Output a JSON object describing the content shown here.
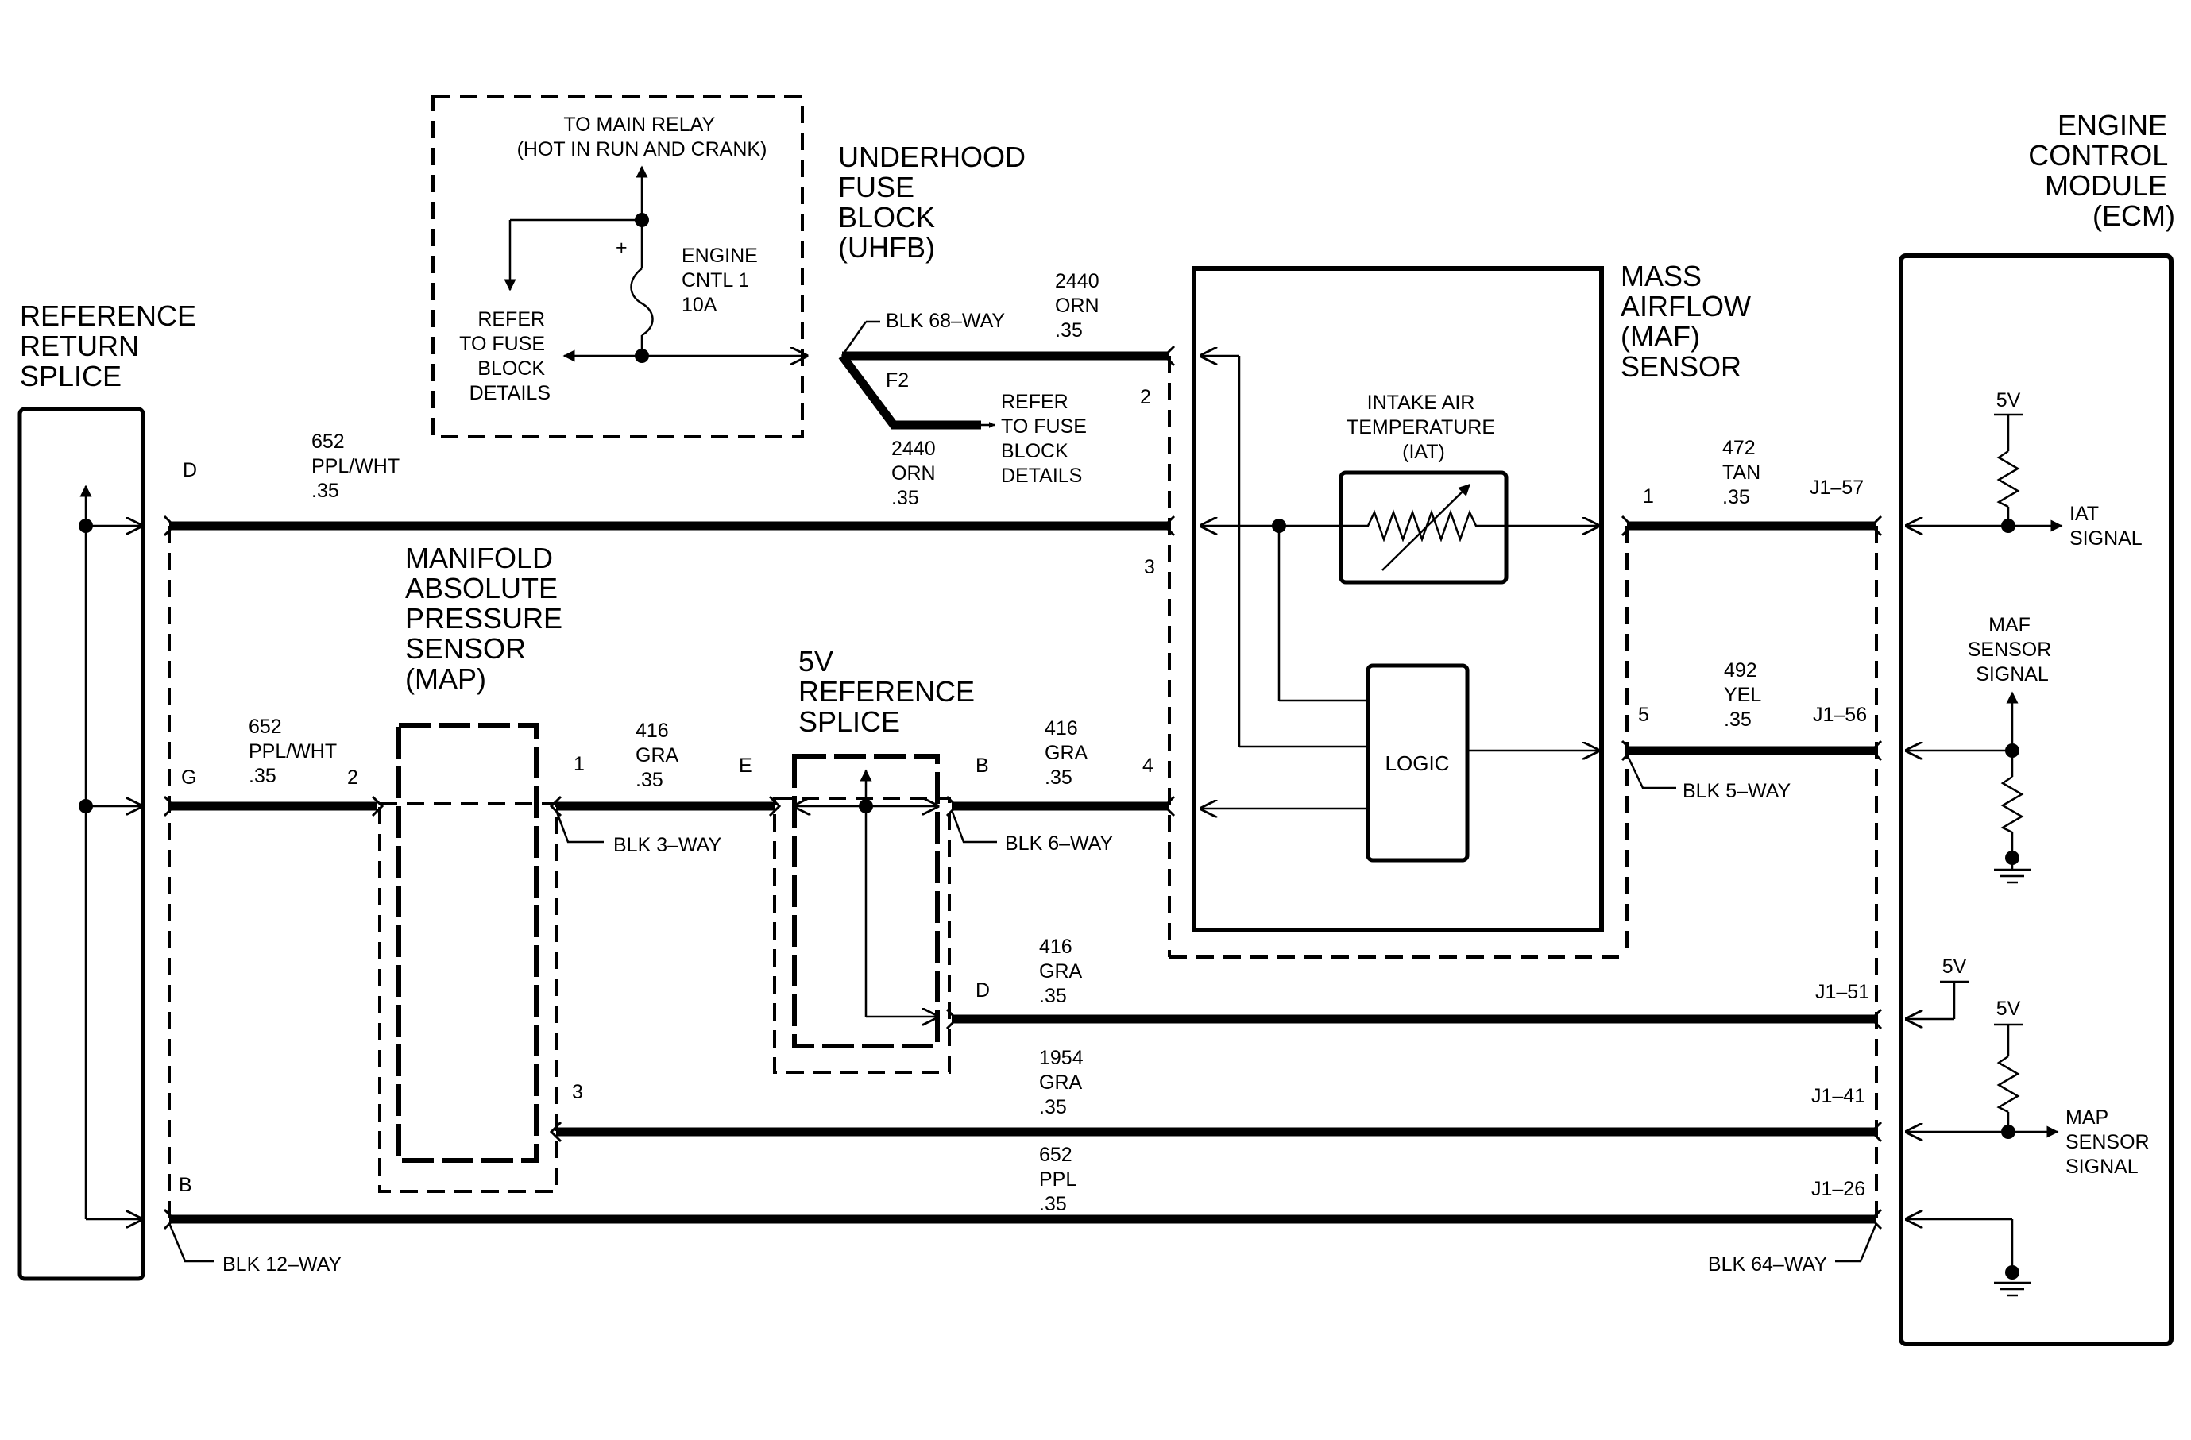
{
  "components": {
    "reference_return_splice": [
      "REFERENCE",
      "RETURN",
      "SPLICE"
    ],
    "underhood_fuse_block": [
      "UNDERHOOD",
      "FUSE",
      "BLOCK",
      "(UHFB)"
    ],
    "main_relay": [
      "TO MAIN RELAY",
      "(HOT IN RUN AND CRANK)"
    ],
    "fuse": [
      "ENGINE",
      "CNTL 1",
      "10A"
    ],
    "fuse_plus": "+",
    "refer_left": [
      "REFER",
      "TO FUSE",
      "BLOCK",
      "DETAILS"
    ],
    "refer_right": [
      "REFER",
      "TO FUSE",
      "BLOCK",
      "DETAILS"
    ],
    "map_sensor": [
      "MANIFOLD",
      "ABSOLUTE",
      "PRESSURE",
      "SENSOR",
      "(MAP)"
    ],
    "ref_5v_splice": [
      "5V",
      "REFERENCE",
      "SPLICE"
    ],
    "maf_sensor": [
      "MASS",
      "AIRFLOW",
      "(MAF)",
      "SENSOR"
    ],
    "iat": [
      "INTAKE AIR",
      "TEMPERATURE",
      "(IAT)"
    ],
    "logic": "LOGIC",
    "ecm": [
      "ENGINE",
      "CONTROL",
      "MODULE",
      "(ECM)"
    ],
    "iat_signal": [
      "IAT",
      "SIGNAL"
    ],
    "maf_sensor_signal": [
      "MAF",
      "SENSOR",
      "SIGNAL"
    ],
    "map_sensor_signal": [
      "MAP",
      "SENSOR",
      "SIGNAL"
    ],
    "v5": "5V"
  },
  "connectors": {
    "blk68": "BLK 68–WAY",
    "f2": "F2",
    "blk12": "BLK 12–WAY",
    "blk3": "BLK 3–WAY",
    "blk6": "BLK 6–WAY",
    "blk5": "BLK 5–WAY",
    "blk64": "BLK 64–WAY"
  },
  "wires": {
    "w2440_top": [
      "2440",
      "ORN",
      ".35"
    ],
    "w2440_f2": [
      "2440",
      "ORN",
      ".35"
    ],
    "w652_top": [
      "652",
      "PPL/WHT",
      ".35"
    ],
    "w652_map": [
      "652",
      "PPL/WHT",
      ".35"
    ],
    "w416_map": [
      "416",
      "GRA",
      ".35"
    ],
    "w416_maf": [
      "416",
      "GRA",
      ".35"
    ],
    "w416_low": [
      "416",
      "GRA",
      ".35"
    ],
    "w1954": [
      "1954",
      "GRA",
      ".35"
    ],
    "w652_ppl": [
      "652",
      "PPL",
      ".35"
    ],
    "w472": [
      "472",
      "TAN",
      ".35"
    ],
    "w492": [
      "492",
      "YEL",
      ".35"
    ]
  },
  "pins": {
    "d_top": "D",
    "g": "G",
    "b_left": "B",
    "two_map": "2",
    "one_map": "1",
    "three_map": "3",
    "e_splice": "E",
    "b_splice": "B",
    "d_splice": "D",
    "maf2": "2",
    "maf3": "3",
    "maf4": "4",
    "maf1": "1",
    "maf5": "5",
    "j157": "J1–57",
    "j156": "J1–56",
    "j151": "J1–51",
    "j141": "J1–41",
    "j126": "J1–26"
  }
}
